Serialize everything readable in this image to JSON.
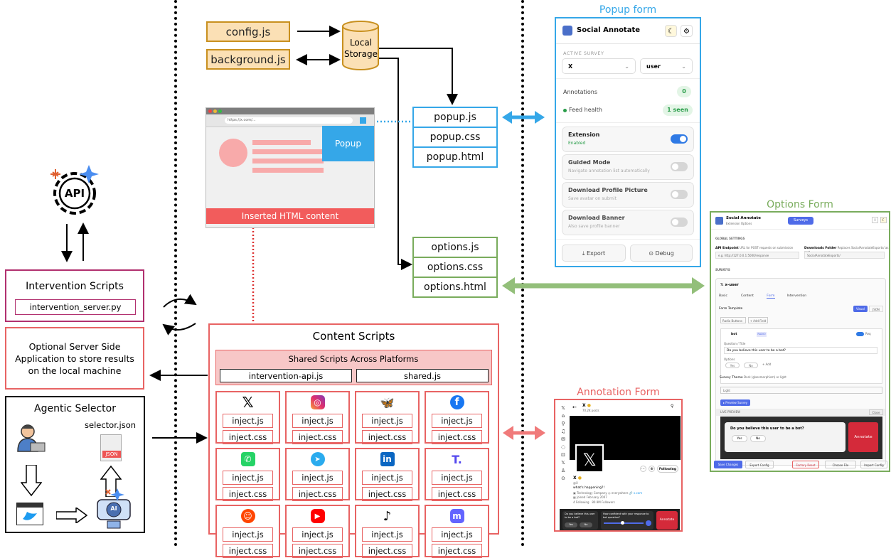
{
  "files": {
    "config": "config.js",
    "background": "background.js",
    "storage": [
      "Local",
      "Storage"
    ],
    "popup": [
      "popup.js",
      "popup.css",
      "popup.html"
    ],
    "options": [
      "options.js",
      "options.css",
      "options.html"
    ]
  },
  "browser_mock": {
    "popup_label": "Popup",
    "inserted": "Inserted HTML content",
    "url": "https://x.com/..."
  },
  "content_scripts": {
    "title": "Content Scripts",
    "shared_title": "Shared Scripts Across Platforms",
    "shared_files": [
      "intervention-api.js",
      "shared.js"
    ],
    "inject_js": "inject.js",
    "inject_css": "inject.css",
    "platforms": [
      "x",
      "instagram",
      "bluesky",
      "facebook",
      "whatsapp",
      "telegram",
      "linkedin",
      "truth-social",
      "reddit",
      "youtube",
      "tiktok",
      "mastodon"
    ]
  },
  "left": {
    "api_label": "API",
    "intervention_title": "Intervention Scripts",
    "intervention_file": "intervention_server.py",
    "optional_server": "Optional Server Side Application to store results on the local machine",
    "agentic_title": "Agentic Selector",
    "selector_file": "selector.json",
    "json_label": "JSON",
    "ai_label": "AI"
  },
  "popup_form": {
    "caption": "Popup form",
    "title": "Social Annotate",
    "active_survey": "ACTIVE SURVEY",
    "platform": "X",
    "survey": "user",
    "annotations": "Annotations",
    "annotations_count": "0",
    "feed_health": "Feed health",
    "feed_seen": "1 seen",
    "rows": [
      {
        "title": "Extension",
        "sub": "Enabled",
        "on": true
      },
      {
        "title": "Guided Mode",
        "sub": "Navigate annotation list automatically",
        "on": false
      },
      {
        "title": "Download Profile Picture",
        "sub": "Save avatar on submit",
        "on": false
      },
      {
        "title": "Download Banner",
        "sub": "Also save profile banner",
        "on": false
      }
    ],
    "export": "Export",
    "debug": "Debug"
  },
  "options_form": {
    "caption": "Options Form",
    "title": "Social Annotate",
    "subtitle": "Extension Options",
    "surveys_btn": "Surveys",
    "global_settings": "GLOBAL SETTINGS",
    "api_endpoint": "API Endpoint",
    "api_hint": "URL for POST requests on submission",
    "api_placeholder": "e.g. http://127.0.0.1:5000/response",
    "downloads_folder": "Downloads Folder",
    "downloads_hint": "Replaces SocialAnnotateExports/ as root",
    "downloads_value": "SocialAnnotateExports/",
    "surveys": "SURVEYS",
    "survey_name": "x-user",
    "tabs": [
      "Basic",
      "Content",
      "Form",
      "Intervention"
    ],
    "form_template": "Form Template",
    "visual": "Visual",
    "json": "JSON",
    "radio_buttons": "Radio Buttons",
    "add_field": "+ Add Field",
    "field_name": "bot",
    "field_badge": "RADIO",
    "req": "Req",
    "question_label": "Question / Title",
    "question_value": "Do you believe this user to be a bot?",
    "options_label": "Options",
    "opt_yes": "Yes",
    "opt_no": "No",
    "opt_add": "+ Add",
    "survey_theme": "Survey Theme",
    "theme_hint": "Dark (glassmorphism) or light",
    "theme_value": "Light",
    "preview_btn": "Preview Survey",
    "live_preview": "LIVE PREVIEW",
    "close": "Close",
    "preview_question": "Do you believe this user to be a bot?",
    "annotate": "Annotate",
    "footer": [
      "Save Changes",
      "Export Config",
      "Factory Reset",
      "Choose File",
      "Import Config"
    ]
  },
  "annotation_form": {
    "caption": "Annotation Form",
    "name": "X",
    "posts": "70.2K posts",
    "bio": "what's happening?!",
    "handle": "@X",
    "meta1": "Technology Company",
    "meta2": "everywhere",
    "meta3": "x.com",
    "joined": "Joined February 2007",
    "following": "4 Following",
    "followers": "80.9M Followers",
    "following_btn": "Following",
    "q1": "Do you believe this user to be a bot?",
    "q2": "How confident with your response to bot question?",
    "yes": "Yes",
    "no": "No",
    "annotate": "Annotate"
  }
}
